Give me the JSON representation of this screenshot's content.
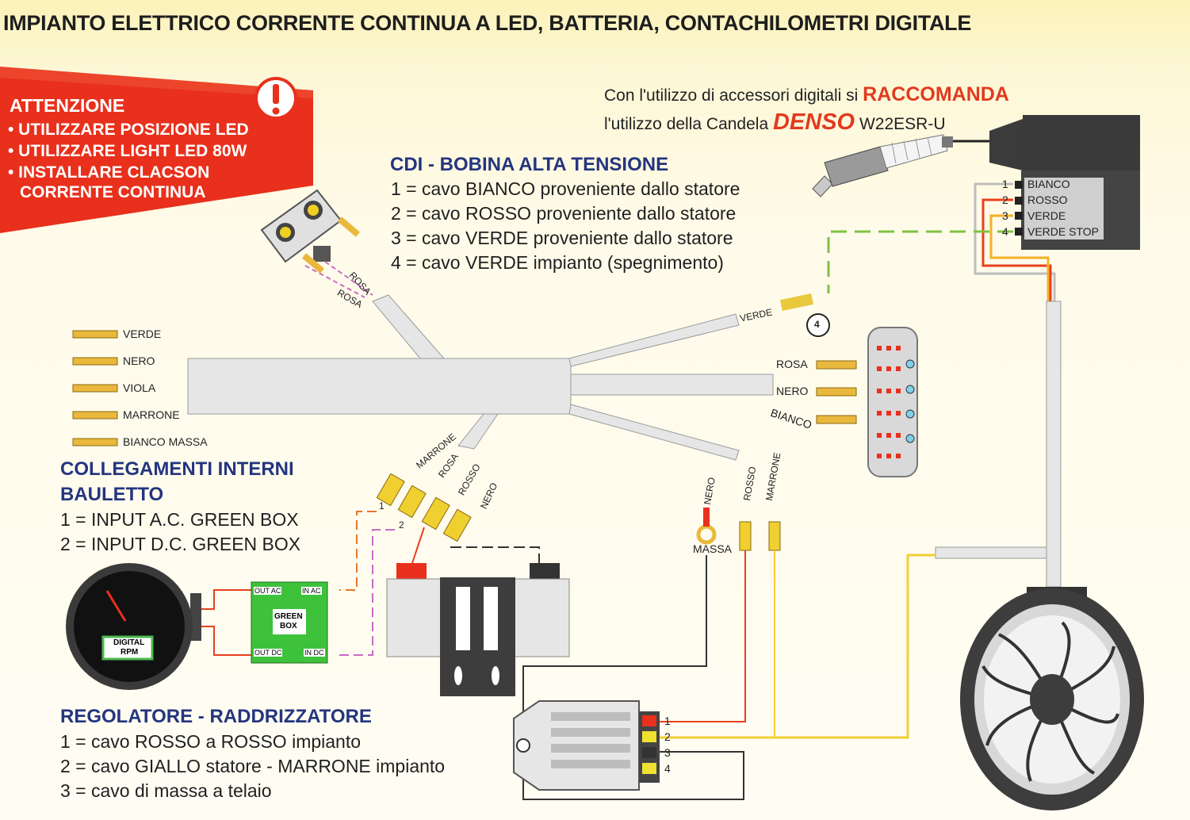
{
  "title": "IMPIANTO ELETTRICO CORRENTE CONTINUA A LED, BATTERIA, CONTACHILOMETRI DIGITALE",
  "warning": {
    "heading": "ATTENZIONE",
    "items": [
      "• UTILIZZARE POSIZIONE LED",
      "• UTILIZZARE LIGHT LED 80W",
      "• INSTALLARE CLACSON",
      "CORRENTE CONTINUA"
    ],
    "icon": "exclamation-icon"
  },
  "recommendation": {
    "line1_prefix": "Con l'utilizzo di accessori digitali si",
    "line1_highlight": "RACCOMANDA",
    "line2_prefix": "l'utilizzo della Candela",
    "brand": "DENSO",
    "model": "W22ESR-U"
  },
  "cdi": {
    "heading": "CDI - BOBINA ALTA TENSIONE",
    "lines": [
      "1 = cavo BIANCO proveniente dallo statore",
      "2 = cavo ROSSO proveniente dallo statore",
      "3 = cavo VERDE proveniente dallo statore",
      "4 = cavo VERDE impianto (spegnimento)"
    ],
    "pins": [
      {
        "num": "1",
        "label": "BIANCO"
      },
      {
        "num": "2",
        "label": "ROSSO"
      },
      {
        "num": "3",
        "label": "VERDE"
      },
      {
        "num": "4",
        "label": "VERDE STOP"
      }
    ]
  },
  "left_connectors": [
    "VERDE",
    "NERO",
    "VIOLA",
    "MARRONE",
    "BIANCO MASSA"
  ],
  "bauletto": {
    "heading1": "COLLEGAMENTI INTERNI",
    "heading2": "BAULETTO",
    "lines": [
      "1 = INPUT A.C. GREEN BOX",
      "2 = INPUT D.C. GREEN BOX"
    ]
  },
  "regolatore": {
    "heading": "REGOLATORE - RADDRIZZATORE",
    "lines": [
      "1 = cavo ROSSO a ROSSO impianto",
      "2 = cavo GIALLO statore - MARRONE impianto",
      "3 = cavo di massa a telaio"
    ],
    "pins": [
      "1",
      "2",
      "3",
      "4"
    ]
  },
  "wire_labels": {
    "rosa": "ROSA",
    "verde": "VERDE",
    "four": "4",
    "right_rosa": "ROSA",
    "right_nero": "NERO",
    "right_bianco": "BIANCO",
    "marrone": "MARRONE",
    "rosa2": "ROSA",
    "rosso": "ROSSO",
    "nero": "NERO",
    "nero2": "NERO",
    "rosso2": "ROSSO",
    "marrone2": "MARRONE",
    "massa": "MASSA",
    "one": "1",
    "two": "2"
  },
  "green_box": {
    "out_ac": "OUT AC",
    "in_ac": "IN AC",
    "label1": "GREEN",
    "label2": "BOX",
    "out_dc": "OUT DC",
    "in_dc": "IN DC"
  },
  "gauge": {
    "line1": "DIGITAL",
    "line2": "RPM"
  },
  "colors": {
    "warning_red": "#e8301c",
    "heading_blue": "#24357f",
    "highlight_red": "#e23a1e",
    "harness_grey": "#e6e6e6",
    "green_box": "#3ec23c"
  }
}
